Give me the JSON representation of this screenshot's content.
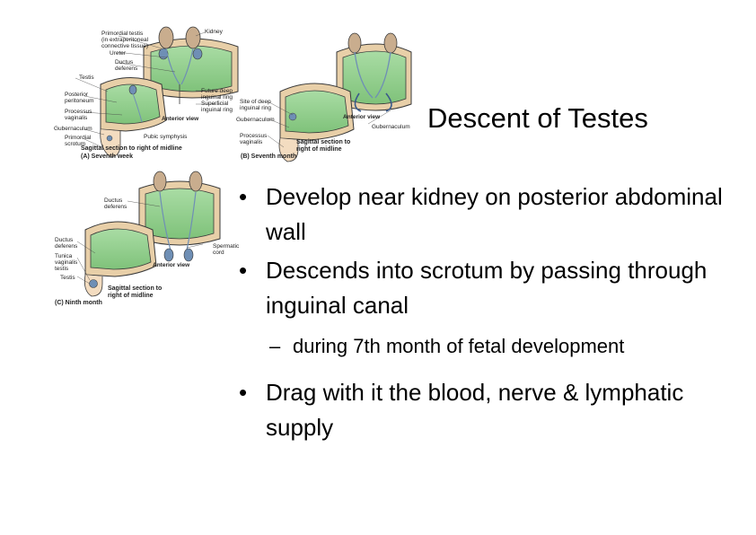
{
  "slide": {
    "title": "Descent of Testes",
    "bullets": [
      {
        "text": "Develop near kidney on posterior abdominal wall"
      },
      {
        "text": "Descends into scrotum by passing through inguinal canal",
        "sub": [
          "during 7th month of fetal development"
        ]
      },
      {
        "text": "Drag with it the blood, nerve & lymphatic supply"
      }
    ]
  },
  "figure": {
    "panel_a": {
      "labels": {
        "primordial_testis": "Primordial testis",
        "extraperitoneal_1": "(in extraperitoneal",
        "extraperitoneal_2": "connective tissue)",
        "kidney": "Kidney",
        "ureter": "Ureter",
        "ductus_1": "Ductus",
        "ductus_2": "deferens",
        "testis": "Testis",
        "posterior_1": "Posterior",
        "posterior_2": "peritoneum",
        "processus_1": "Processus",
        "processus_2": "vaginalis",
        "gubernaculum": "Gubernaculum",
        "primordial_scrotum_1": "Primordial",
        "primordial_scrotum_2": "scrotum",
        "future_ring_1": "Future deep",
        "future_ring_2": "inguinal ring",
        "superficial_1": "Superficial",
        "superficial_2": "inguinal ring",
        "anterior_view": "Anterior view",
        "pubic_symphysis": "Pubic symphysis",
        "sagittal_1": "Sagittal section to right of midline",
        "caption": "(A) Seventh week"
      }
    },
    "panel_b": {
      "labels": {
        "site_1": "Site of deep",
        "site_2": "inguinal ring",
        "gubernaculum": "Gubernaculum",
        "anterior_view": "Anterior view",
        "gubernaculum_right": "Gubernaculum",
        "processus_1": "Processus",
        "processus_2": "vaginalis",
        "sagittal_1": "Sagittal section to",
        "sagittal_2": "right of midline",
        "caption": "(B) Seventh month"
      }
    },
    "panel_c": {
      "labels": {
        "ductus_1": "Ductus",
        "ductus_2": "deferens",
        "ductus_left_1": "Ductus",
        "ductus_left_2": "deferens",
        "tunica_1": "Tunica",
        "tunica_2": "vaginalis",
        "tunica_3": "testis",
        "testis": "Testis",
        "spermatic_1": "Spermatic",
        "spermatic_2": "cord",
        "anterior_view": "Anterior view",
        "sagittal_1": "Sagittal section to",
        "sagittal_2": "right of midline",
        "caption": "(C) Ninth month"
      }
    },
    "colors": {
      "peritoneal_green": "#8fcf8a",
      "wall_tan": "#e8cfa8",
      "skin": "#f3dcc0",
      "kidney": "#c9ad8e",
      "vessel_blue": "#6f8fb5",
      "dark_outline": "#3a3a3a"
    }
  }
}
